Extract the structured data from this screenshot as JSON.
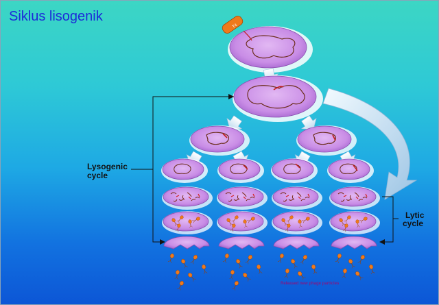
{
  "slide": {
    "title": "Siklus lisogenik"
  },
  "labels": {
    "lysogenic_line1": "Lysogenic",
    "lysogenic_line2": "cycle",
    "lytic_line1": "Lytic",
    "lytic_line2": "cycle",
    "footer_caption": "Released new phage particles"
  },
  "colors": {
    "background_top": "#3cd6c4",
    "background_bottom": "#0c56d6",
    "title": "#1c2ad8",
    "cell_fill": "#c98de6",
    "phage_orange": "#f07a1a",
    "arrow_fill": "#e6f3fb"
  }
}
